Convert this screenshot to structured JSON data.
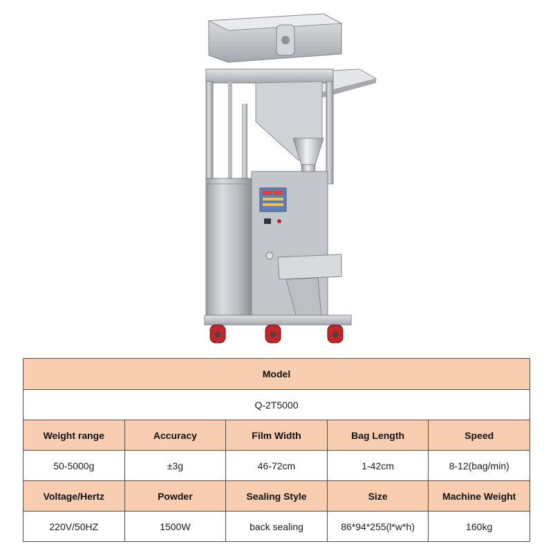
{
  "colors": {
    "header_bg": "#f8cdb0",
    "border": "#4d4d4d",
    "steel": "#c9ccd0",
    "wheel": "#c0262c"
  },
  "image": {
    "icon": "packing-machine-icon"
  },
  "table": {
    "model_label": "Model",
    "model_value": "Q-2T5000",
    "headers_row1": [
      "Weight range",
      "Accuracy",
      "Film Width",
      "Bag Length",
      "Speed"
    ],
    "values_row1": [
      "50-5000g",
      "±3g",
      "46-72cm",
      "1-42cm",
      "8-12(bag/min)"
    ],
    "headers_row2": [
      "Voltage/Hertz",
      "Powder",
      "Sealing Style",
      "Size",
      "Machine Weight"
    ],
    "values_row2": [
      "220V/50HZ",
      "1500W",
      "back sealing",
      "86*94*255(l*w*h)",
      "160kg"
    ]
  }
}
